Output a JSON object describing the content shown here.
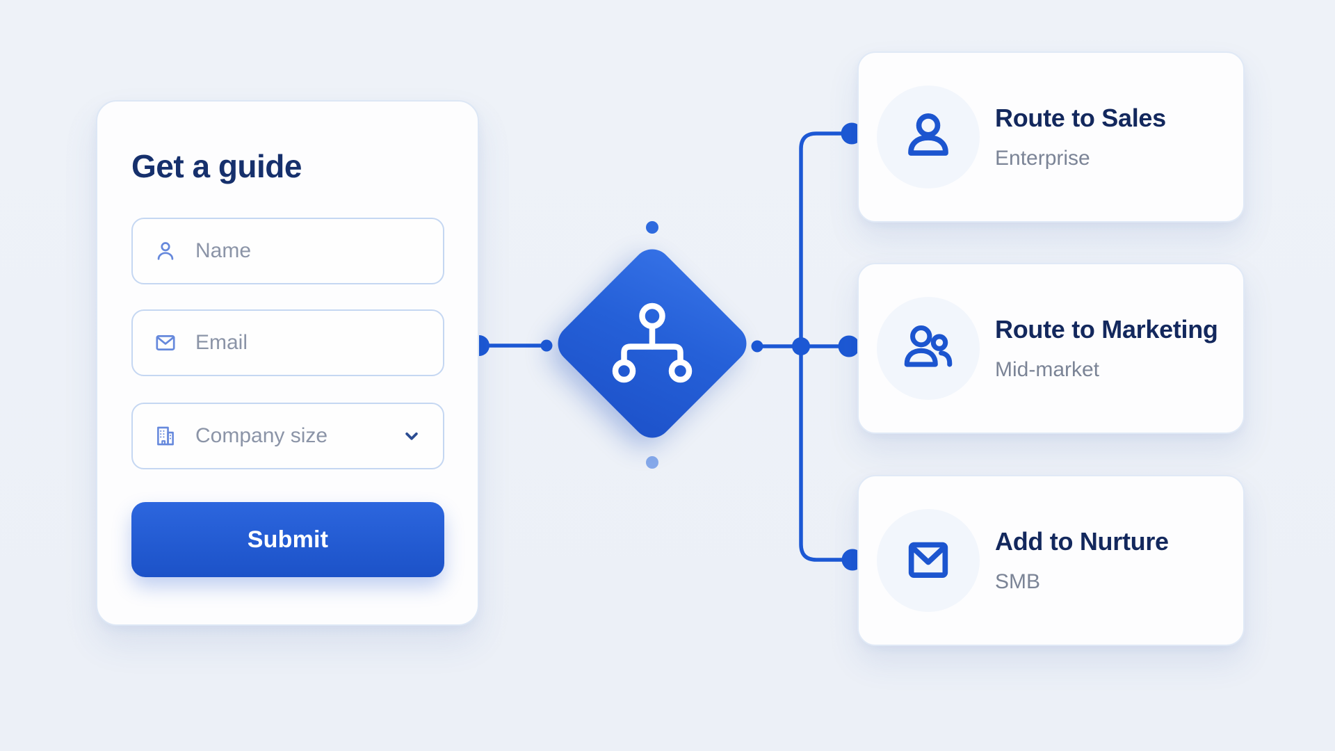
{
  "form": {
    "title": "Get a guide",
    "fields": [
      {
        "placeholder": "Name",
        "icon": "user-icon"
      },
      {
        "placeholder": "Email",
        "icon": "mail-icon"
      },
      {
        "placeholder": "Company size",
        "icon": "building-icon",
        "type": "dropdown"
      }
    ],
    "submit_label": "Submit"
  },
  "router": {
    "shape": "diamond",
    "icon": "branch-icon"
  },
  "outcomes": [
    {
      "title": "Route to Sales",
      "subtitle": "Enterprise",
      "icon": "user-icon"
    },
    {
      "title": "Route to Marketing",
      "subtitle": "Mid-market",
      "icon": "users-icon"
    },
    {
      "title": "Add to Nurture",
      "subtitle": "SMB",
      "icon": "mail-icon"
    }
  ],
  "colors": {
    "background": "#edf1f7",
    "accent_blue": "#1c58d4",
    "diamond_blue": "#2560d8",
    "submit_blue": "#2c66de",
    "heading_navy": "#16306c",
    "card_title_navy": "#13285d",
    "subtitle_gray": "#7b8496",
    "placeholder_gray": "#8b94a7",
    "field_border": "#c5d7f2",
    "light_dot": "#86a9ea"
  }
}
